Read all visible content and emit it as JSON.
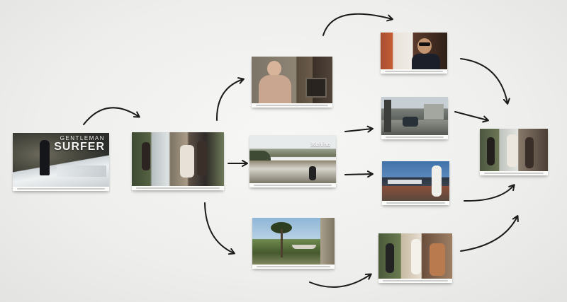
{
  "storyboard": {
    "title_card": {
      "line1": "GENTLEMAN",
      "line2": "SURFER"
    },
    "shots": [
      {
        "id": "s1",
        "subject": "title card, surfer on rocky shore"
      },
      {
        "id": "s2",
        "subject": "surfers walking, collage"
      },
      {
        "id": "s3",
        "subject": "man in room"
      },
      {
        "id": "s4",
        "subject": "coastline with signature"
      },
      {
        "id": "s5",
        "subject": "palm trees and hammock"
      },
      {
        "id": "s6",
        "subject": "man with sunglasses"
      },
      {
        "id": "s7",
        "subject": "city street"
      },
      {
        "id": "s8",
        "subject": "harbor with person"
      },
      {
        "id": "s9",
        "subject": "beach collage"
      },
      {
        "id": "s10",
        "subject": "final surf collage"
      }
    ],
    "signature_text": "Mahina"
  },
  "colors": {
    "background": "#efefed",
    "card": "#fbfbfa",
    "arrow": "#1b1b1b"
  }
}
